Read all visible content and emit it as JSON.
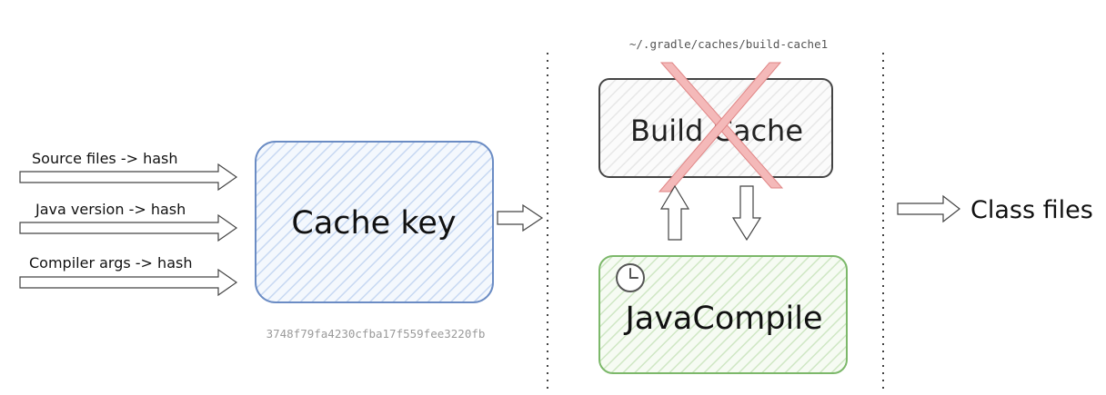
{
  "inputs": {
    "source_files": "Source files -> hash",
    "java_version": "Java version -> hash",
    "compiler_args": "Compiler args -> hash"
  },
  "cache_key": {
    "label": "Cache key",
    "hash": "3748f79fa4230cfba17f559fee3220fb"
  },
  "build_cache": {
    "path": "~/.gradle/caches/build-cache1",
    "label": "Build Cache"
  },
  "java_compile": {
    "label": "JavaCompile"
  },
  "output": {
    "label": "Class files"
  },
  "colors": {
    "cache_key_stroke": "#6b8cc4",
    "cache_key_fill": "#dbe7f8",
    "build_cache_stroke": "#444444",
    "build_cache_fill": "#eeeeee",
    "java_compile_stroke": "#7cb86a",
    "java_compile_fill": "#dcefd4",
    "cross_fill": "#f4b9b9",
    "cross_stroke": "#e08585",
    "separator": "#444444"
  },
  "icons": {
    "java_compile": "clock-icon",
    "build_cache_status": "cross-icon"
  }
}
